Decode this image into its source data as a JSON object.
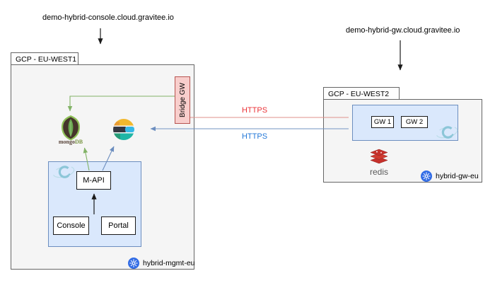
{
  "diagram": {
    "left": {
      "domain": "demo-hybrid-console.cloud.gravitee.io",
      "region": "GCP - EU-WEST1",
      "bridge_gw": "Bridge GW",
      "mongo_prefix": "mongo",
      "mongo_suffix": "DB",
      "mapi": "M-API",
      "console": "Console",
      "portal": "Portal",
      "cluster": "hybrid-mgmt-eu"
    },
    "right": {
      "domain": "demo-hybrid-gw.cloud.gravitee.io",
      "region": "GCP - EU-WEST2",
      "gw1": "GW 1",
      "gw2": "GW 2",
      "redis": "redis",
      "cluster": "hybrid-gw-eu"
    },
    "connections": {
      "bridge_to_gateways_label": "HTTPS",
      "gateways_to_elastic_label": "HTTPS"
    },
    "icons": {
      "mongodb": "mongodb-leaf-shield",
      "elasticsearch": "elastic-banded-circle",
      "kubernetes": "kubernetes-helm-wheel",
      "redis": "redis-diamond-stack",
      "gravitee": "gravitee-swirl"
    },
    "colors": {
      "https_red_text": "#eb3237",
      "https_blue_text": "#2478d8",
      "red_link": "#df918b",
      "blue_link": "#6c8ebf",
      "green_link": "#82b366",
      "inner_box_fill": "#dae8fc",
      "inner_box_border": "#6c8ebf",
      "bridge_fill": "#f8cecc",
      "bridge_border": "#b85450",
      "region_fill": "#f5f5f5",
      "region_border": "#666666",
      "kubernetes_blue": "#326ce5",
      "redis_red": "#c6302b",
      "mongo_green": "#8fc158",
      "elastic_yellow": "#f1b82d",
      "elastic_teal": "#1fb5a6"
    }
  }
}
